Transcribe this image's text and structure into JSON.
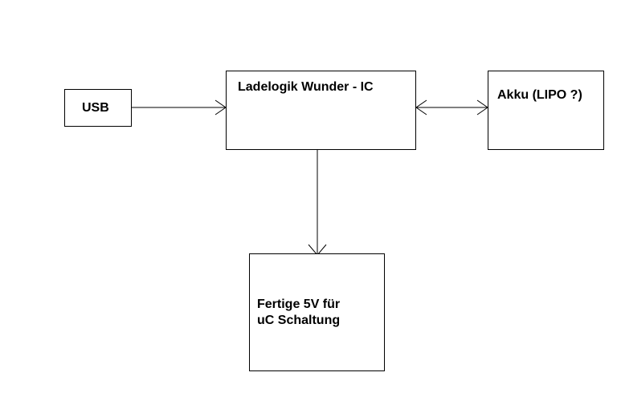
{
  "diagram": {
    "nodes": [
      {
        "id": "usb",
        "label": "USB"
      },
      {
        "id": "ic",
        "label": "Ladelogik Wunder - IC"
      },
      {
        "id": "akku",
        "label": "Akku (LIPO ?)"
      },
      {
        "id": "out",
        "label_line1": "Fertige 5V für",
        "label_line2": "uC Schaltung"
      }
    ],
    "edges": [
      {
        "from": "usb",
        "to": "ic",
        "direction": "forward"
      },
      {
        "from": "ic",
        "to": "akku",
        "direction": "both"
      },
      {
        "from": "ic",
        "to": "out",
        "direction": "forward"
      }
    ],
    "colors": {
      "stroke": "#000000",
      "background": "#ffffff",
      "text": "#000000"
    }
  }
}
